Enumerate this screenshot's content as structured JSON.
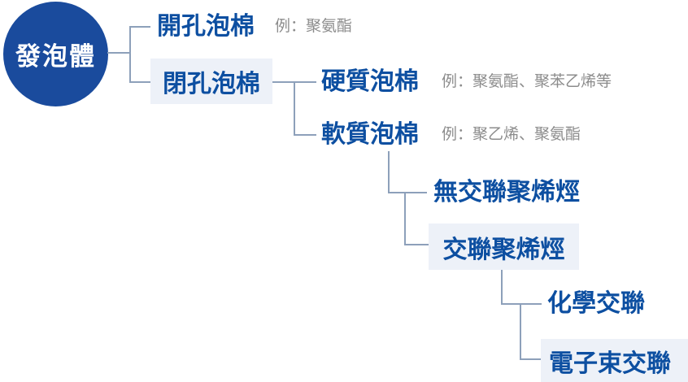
{
  "colors": {
    "node_fill": "#1a4b9d",
    "node_text": "#0d4fa1",
    "example_text": "#8c8c8c",
    "box_fill": "#edf1f8",
    "connector": "#8da0ba",
    "root_text": "#ffffff"
  },
  "tree": {
    "root": {
      "label": "發泡體"
    },
    "children": [
      {
        "label": "開孔泡棉",
        "example": "例：聚氨酯"
      },
      {
        "label": "閉孔泡棉",
        "children": [
          {
            "label": "硬質泡棉",
            "example": "例：聚氨酯、聚苯乙烯等"
          },
          {
            "label": "軟質泡棉",
            "example": "例：聚乙烯、聚氨酯",
            "children": [
              {
                "label": "無交聯聚烯烴"
              },
              {
                "label": "交聯聚烯烴",
                "children": [
                  {
                    "label": "化學交聯"
                  },
                  {
                    "label": "電子束交聯"
                  }
                ]
              }
            ]
          }
        ]
      }
    ]
  }
}
